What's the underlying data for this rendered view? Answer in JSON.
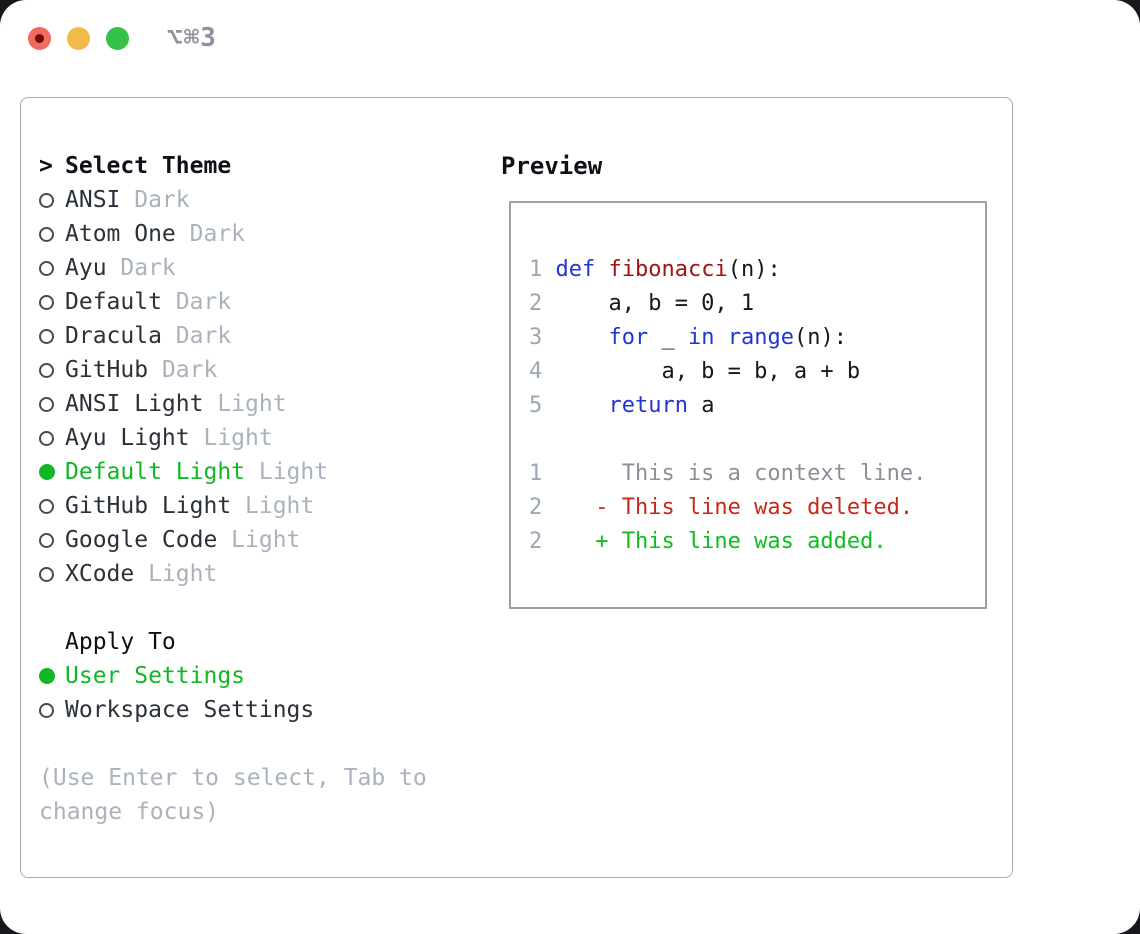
{
  "window": {
    "title": "⌥⌘3",
    "traffic_lights": [
      "close-button",
      "minimize-button",
      "zoom-button"
    ]
  },
  "theme_list": {
    "prompt": ">",
    "header": "Select Theme",
    "items": [
      {
        "name": "ANSI",
        "variant": "Dark",
        "selected": false
      },
      {
        "name": "Atom One",
        "variant": "Dark",
        "selected": false
      },
      {
        "name": "Ayu",
        "variant": "Dark",
        "selected": false
      },
      {
        "name": "Default",
        "variant": "Dark",
        "selected": false
      },
      {
        "name": "Dracula",
        "variant": "Dark",
        "selected": false
      },
      {
        "name": "GitHub",
        "variant": "Dark",
        "selected": false
      },
      {
        "name": "ANSI Light",
        "variant": "Light",
        "selected": false
      },
      {
        "name": "Ayu Light",
        "variant": "Light",
        "selected": false
      },
      {
        "name": "Default Light",
        "variant": "Light",
        "selected": true
      },
      {
        "name": "GitHub Light",
        "variant": "Light",
        "selected": false
      },
      {
        "name": "Google Code",
        "variant": "Light",
        "selected": false
      },
      {
        "name": "XCode",
        "variant": "Light",
        "selected": false
      }
    ]
  },
  "apply_to": {
    "header": "Apply To",
    "options": [
      {
        "label": "User Settings",
        "selected": true
      },
      {
        "label": "Workspace Settings",
        "selected": false
      }
    ]
  },
  "help_text": "(Use Enter to select, Tab to change focus)",
  "preview": {
    "header": "Preview",
    "lines": [
      {
        "num": "1",
        "tokens": [
          [
            "def",
            "kw"
          ],
          [
            " ",
            "pl"
          ],
          [
            "fibonacci",
            "fn"
          ],
          [
            "(n):",
            "pl"
          ]
        ]
      },
      {
        "num": "2",
        "tokens": [
          [
            "    a, b = 0, 1",
            "pl"
          ]
        ]
      },
      {
        "num": "3",
        "tokens": [
          [
            "    ",
            "pl"
          ],
          [
            "for",
            "kw"
          ],
          [
            " _ ",
            "pl"
          ],
          [
            "in",
            "kw"
          ],
          [
            " ",
            "pl"
          ],
          [
            "range",
            "kw"
          ],
          [
            "(n):",
            "pl"
          ]
        ]
      },
      {
        "num": "4",
        "tokens": [
          [
            "        a, b = b, a + b",
            "pl"
          ]
        ]
      },
      {
        "num": "5",
        "tokens": [
          [
            "    ",
            "pl"
          ],
          [
            "return",
            "kw"
          ],
          [
            " a",
            "pl"
          ]
        ]
      },
      {
        "num": "",
        "tokens": []
      },
      {
        "num": "1",
        "tokens": [
          [
            "     This is a context line.",
            "ctx"
          ]
        ]
      },
      {
        "num": "2",
        "tokens": [
          [
            "   - This line was deleted.",
            "del"
          ]
        ]
      },
      {
        "num": "2",
        "tokens": [
          [
            "   + This line was added.",
            "add"
          ]
        ]
      }
    ]
  },
  "colors": {
    "accent_green": "#12b725",
    "keyword_blue": "#2134d6",
    "function_red": "#a31212",
    "deleted_red": "#c9271a",
    "added_green": "#0ebe1d",
    "text_dark": "#2b3138",
    "dim_gray": "#a9b2bd",
    "line_number_gray": "#9aa6b2",
    "context_gray": "#8a9096",
    "border_gray": "#a7aeb6",
    "preview_border": "#9aa2ac",
    "title_gray": "#8b9299",
    "traffic_red": "#f16a5f",
    "traffic_red_dot": "#6c0d06",
    "traffic_yellow": "#f2bb47",
    "traffic_green": "#35c24a"
  }
}
